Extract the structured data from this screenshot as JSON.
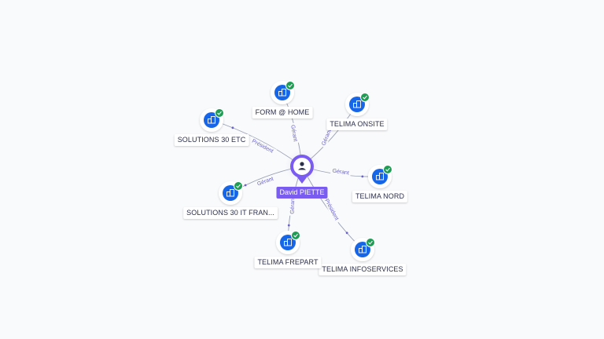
{
  "center": {
    "name": "David PIETTE",
    "icon": "person-icon",
    "color": "#7b5cf0"
  },
  "companies": [
    {
      "id": "form-home",
      "name": "FORM @ HOME",
      "relation": "Gérant",
      "verified": true
    },
    {
      "id": "telima-onsite",
      "name": "TELIMA ONSITE",
      "relation": "Gérant",
      "verified": true
    },
    {
      "id": "telima-nord",
      "name": "TELIMA NORD",
      "relation": "Gérant",
      "verified": true
    },
    {
      "id": "telima-infoservices",
      "name": "TELIMA INFOSERVICES",
      "relation": "Président",
      "verified": true
    },
    {
      "id": "telima-frepart",
      "name": "TELIMA FREPART",
      "relation": "Gérant",
      "verified": true
    },
    {
      "id": "solutions-30-it",
      "name": "SOLUTIONS 30 IT FRAN...",
      "relation": "Gérant",
      "verified": true
    },
    {
      "id": "solutions-30-etc",
      "name": "SOLUTIONS 30 ETC",
      "relation": "Président",
      "verified": true
    }
  ],
  "colors": {
    "company_icon": "#1766e8",
    "verified_badge": "#1f9d55",
    "edge": "#9aa0b4",
    "edge_label": "#6b63c9"
  }
}
